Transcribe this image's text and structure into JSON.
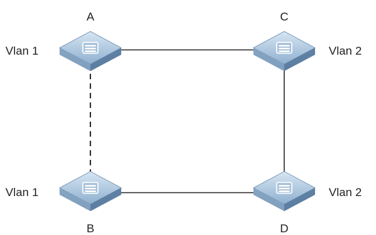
{
  "nodes": [
    {
      "id": "A",
      "label": "A",
      "vlan": "Vlan 1"
    },
    {
      "id": "B",
      "label": "B",
      "vlan": "Vlan 1"
    },
    {
      "id": "C",
      "label": "C",
      "vlan": "Vlan 2"
    },
    {
      "id": "D",
      "label": "D",
      "vlan": "Vlan 2"
    }
  ],
  "links": [
    {
      "from": "A",
      "to": "C",
      "style": "solid"
    },
    {
      "from": "A",
      "to": "B",
      "style": "dashed"
    },
    {
      "from": "C",
      "to": "D",
      "style": "solid"
    },
    {
      "from": "B",
      "to": "D",
      "style": "solid"
    }
  ],
  "colors": {
    "link": "#333333",
    "switch_top": "#b9cfe2",
    "switch_side": "#6f8fb1",
    "switch_icon": "#ffffff"
  }
}
